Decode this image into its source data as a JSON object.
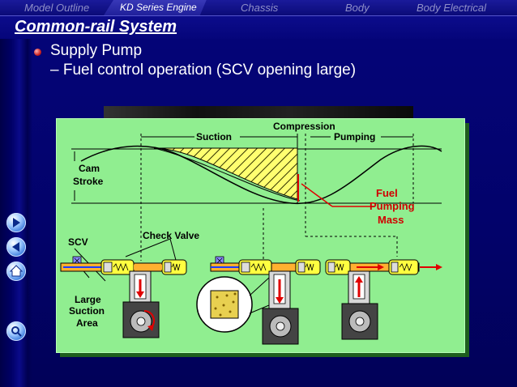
{
  "nav": {
    "tabs": [
      {
        "label": "Model Outline"
      },
      {
        "label": "KD Series Engine"
      },
      {
        "label": "Chassis"
      },
      {
        "label": "Body"
      },
      {
        "label": "Body Electrical"
      }
    ]
  },
  "slide": {
    "title": "Common-rail System",
    "bullet": "Supply Pump",
    "sub_bullet": "– Fuel control operation (SCV opening large)"
  },
  "diagram": {
    "labels": {
      "compression": "Compression",
      "suction": "Suction",
      "pumping": "Pumping",
      "cam_stroke_1": "Cam",
      "cam_stroke_2": "Stroke",
      "fuel_pumping_mass_1": "Fuel",
      "fuel_pumping_mass_2": "Pumping",
      "fuel_pumping_mass_3": "Mass",
      "check_valve": "Check Valve",
      "scv": "SCV",
      "large_suction_area_1": "Large",
      "large_suction_area_2": "Suction",
      "large_suction_area_3": "Area"
    }
  },
  "side_buttons": [
    {
      "icon": "next-arrow-icon"
    },
    {
      "icon": "back-arrow-icon"
    },
    {
      "icon": "home-icon"
    },
    {
      "icon": "search-icon"
    }
  ]
}
